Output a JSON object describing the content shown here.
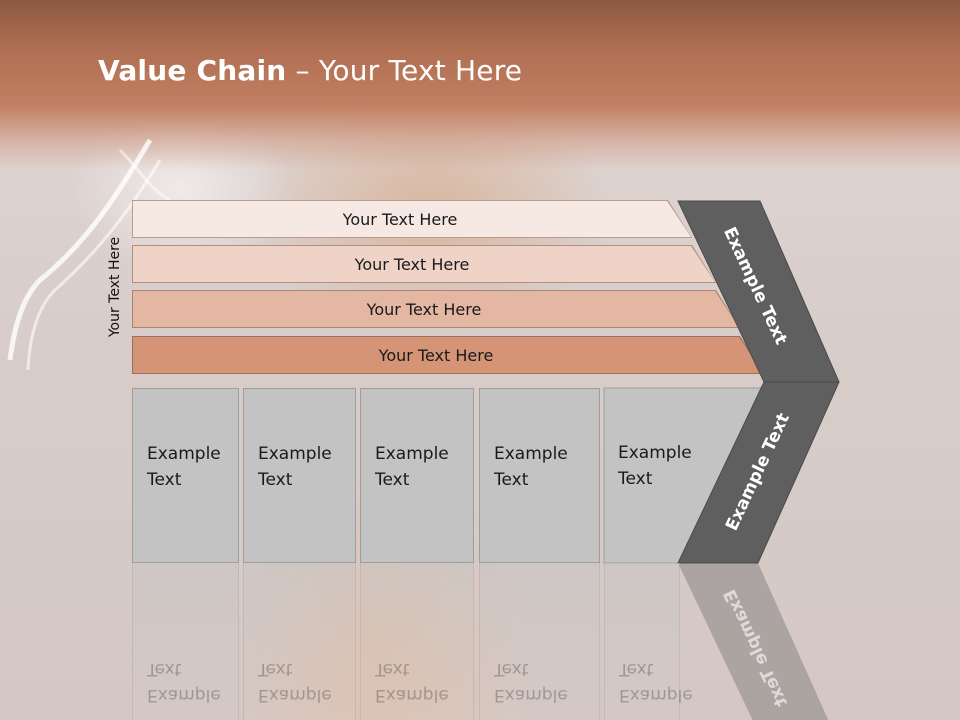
{
  "slide": {
    "title_bold": "Value Chain",
    "title_rest": " – Your Text Here",
    "side_label": "Your Text Here",
    "bars": [
      {
        "label": "Your Text Here",
        "color": "#f6e9e4"
      },
      {
        "label": "Your Text Here",
        "color": "#efd3c7"
      },
      {
        "label": "Your Text Here",
        "color": "#e3b7a1"
      },
      {
        "label": "Your Text Here",
        "color": "#d49475"
      }
    ],
    "boxes": [
      {
        "label": "Example\nText"
      },
      {
        "label": "Example\nText"
      },
      {
        "label": "Example\nText"
      },
      {
        "label": "Example\nText"
      },
      {
        "label": "Example\nText"
      }
    ],
    "chevron_top_label": "Example Text",
    "chevron_bottom_label": "Example Text",
    "colors": {
      "header": "#c27f62",
      "chevron": "#5f5f5f",
      "box": "#c3c3c3"
    }
  }
}
